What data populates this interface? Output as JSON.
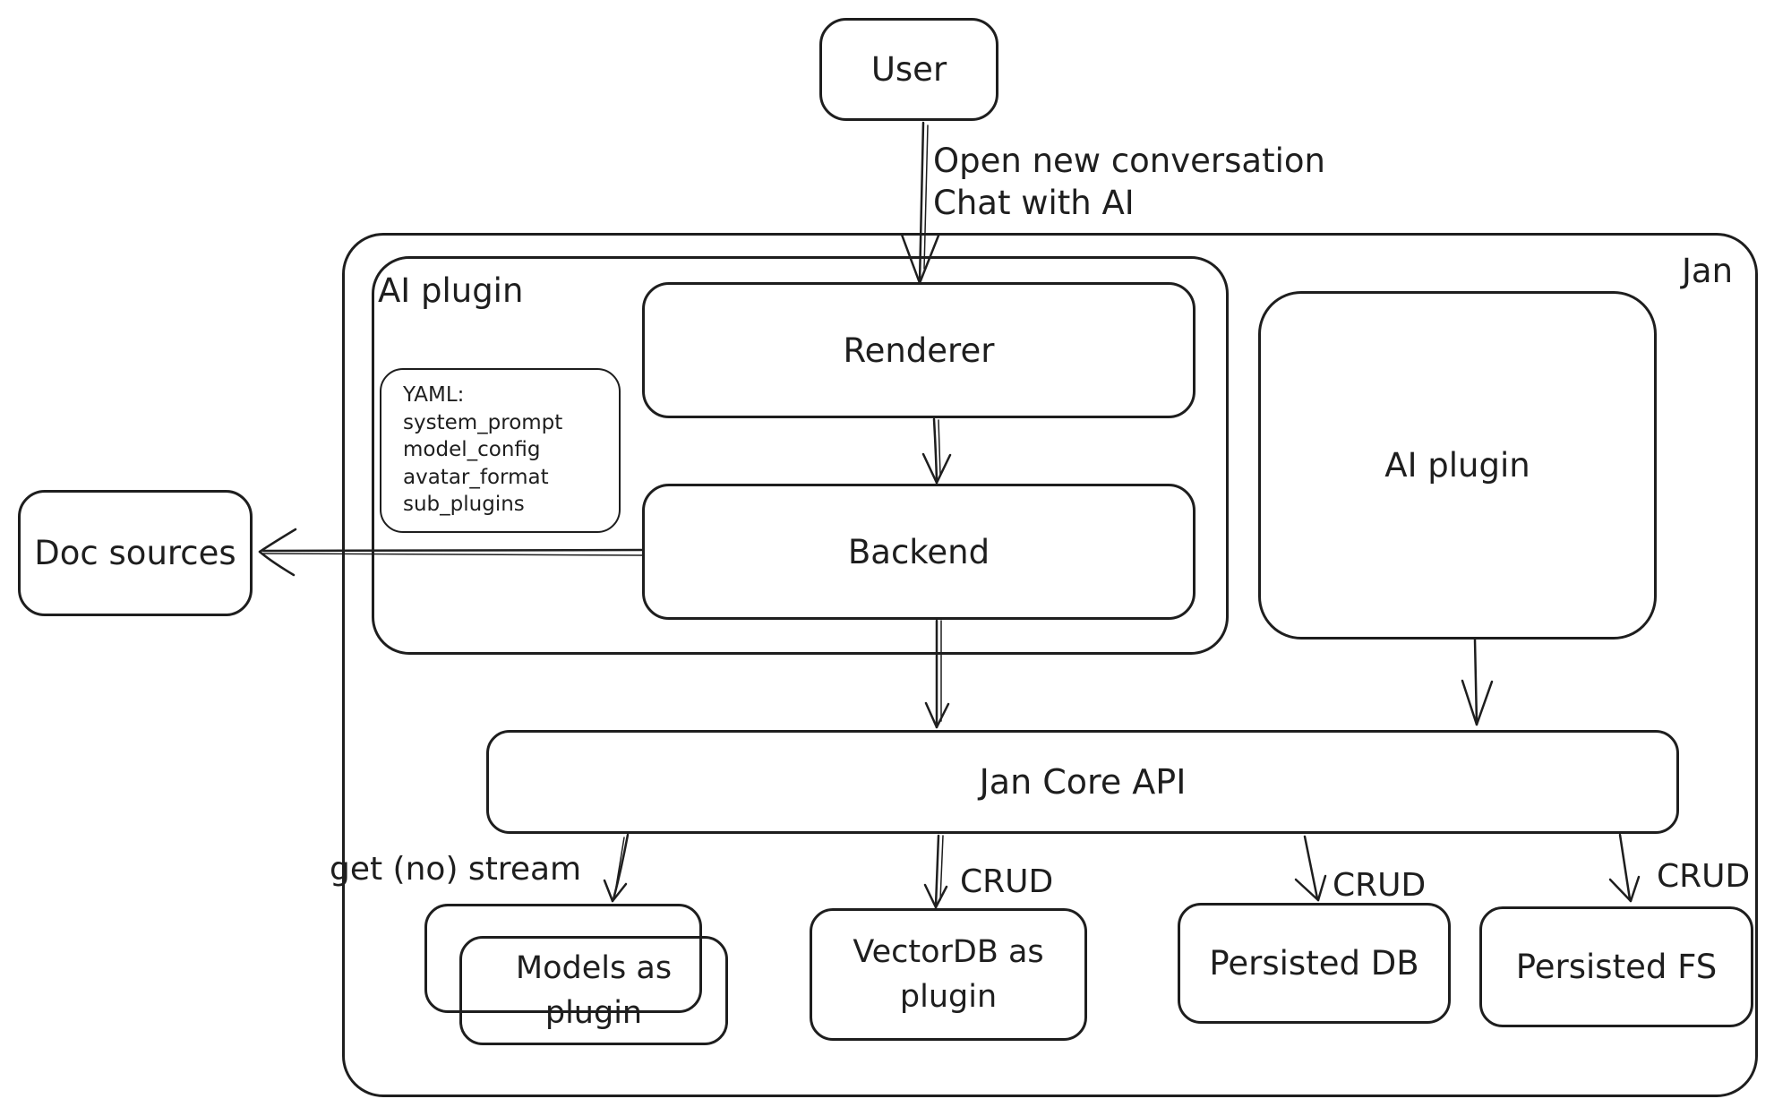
{
  "colors": {
    "stroke": "#1e1e1e",
    "background": "#ffffff"
  },
  "nodes": {
    "user": "User",
    "jan": "Jan",
    "ai_plugin_container": "AI plugin",
    "renderer": "Renderer",
    "backend": "Backend",
    "doc_sources": "Doc sources",
    "ai_plugin_right": "AI plugin",
    "jan_core_api": "Jan Core API",
    "models": "Models as\nplugin",
    "vectordb": "VectorDB as\nplugin",
    "persisted_db": "Persisted DB",
    "persisted_fs": "Persisted FS"
  },
  "yaml_note": {
    "lines": [
      "YAML:",
      "system_prompt",
      "model_config",
      "avatar_format",
      "sub_plugins"
    ]
  },
  "edge_labels": {
    "user_to_renderer": "Open new conversation\nChat with AI",
    "get_no_stream": "get (no) stream",
    "crud_vectordb": "CRUD",
    "crud_persisted_db": "CRUD",
    "crud_persisted_fs": "CRUD"
  }
}
